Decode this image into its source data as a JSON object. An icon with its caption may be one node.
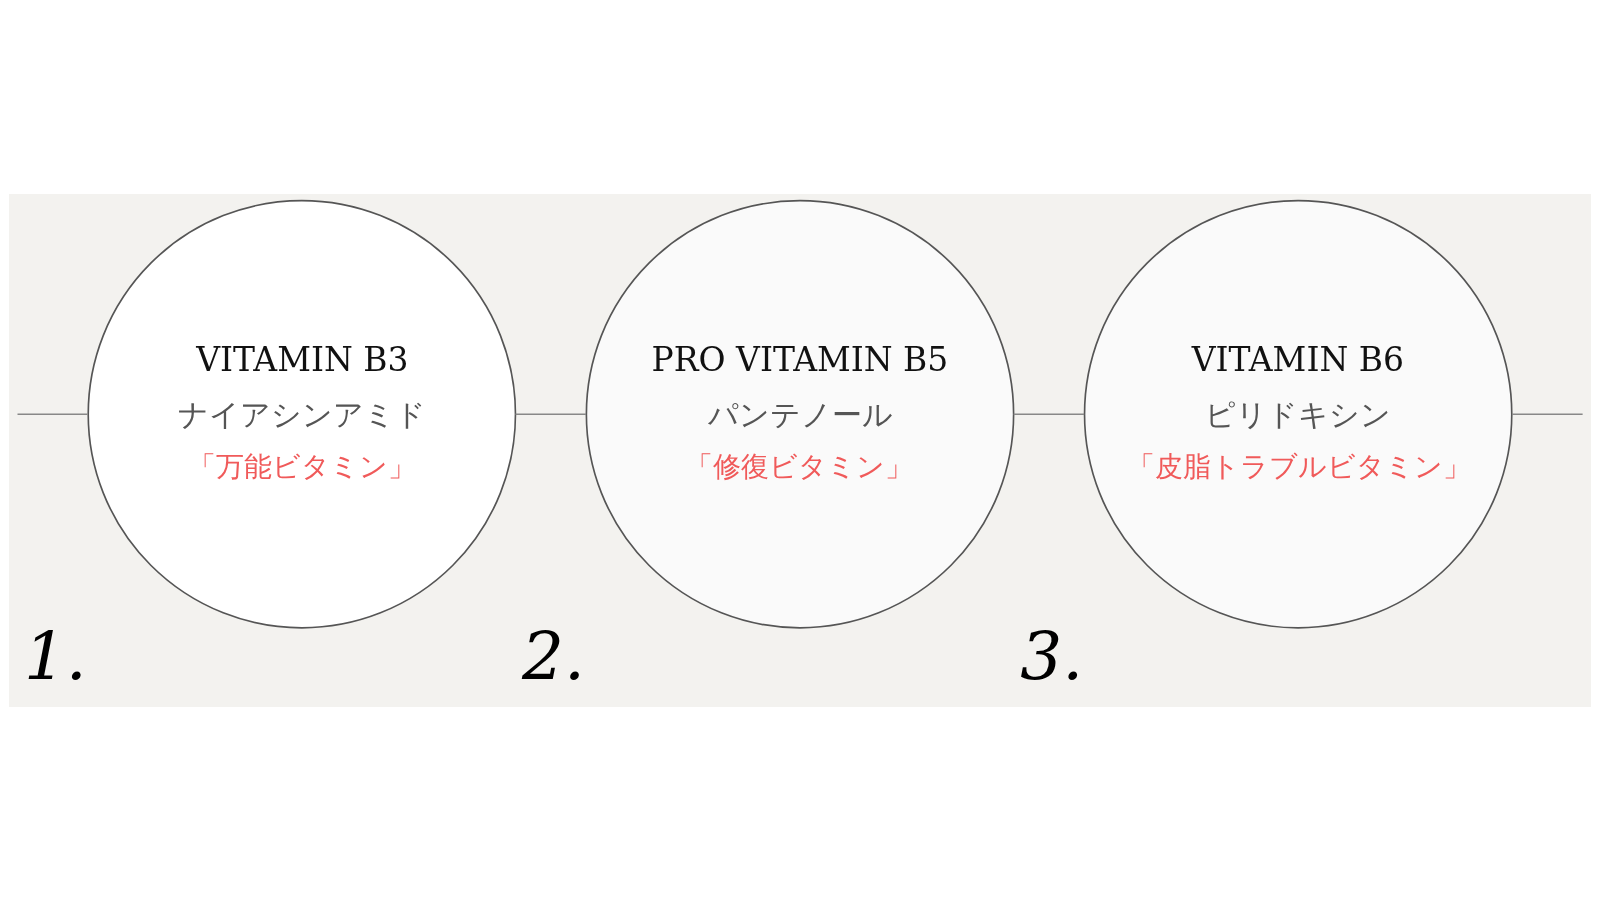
{
  "diagram": {
    "nodes": [
      {
        "text": [
          "VITAMIN B3",
          "ナイアシンアミド",
          "「万能ビタミン」"
        ],
        "beside": [
          "1."
        ]
      },
      {
        "text": [
          "PRO VITAMIN B5",
          "パンテノール",
          "「修復ビタミン」"
        ],
        "beside": [
          "2."
        ]
      },
      {
        "text": [
          "VITAMIN B6",
          "ピリドキシン",
          "「皮脂トラブルビタミン」"
        ],
        "beside": [
          "3."
        ]
      }
    ],
    "edges": [
      {
        "from": null,
        "to": 0,
        "arrow": "none"
      },
      {
        "from": 0,
        "to": 1,
        "arrow": "none"
      },
      {
        "from": 1,
        "to": 2,
        "arrow": "none"
      },
      {
        "from": 2,
        "to": null,
        "arrow": "none"
      }
    ]
  }
}
